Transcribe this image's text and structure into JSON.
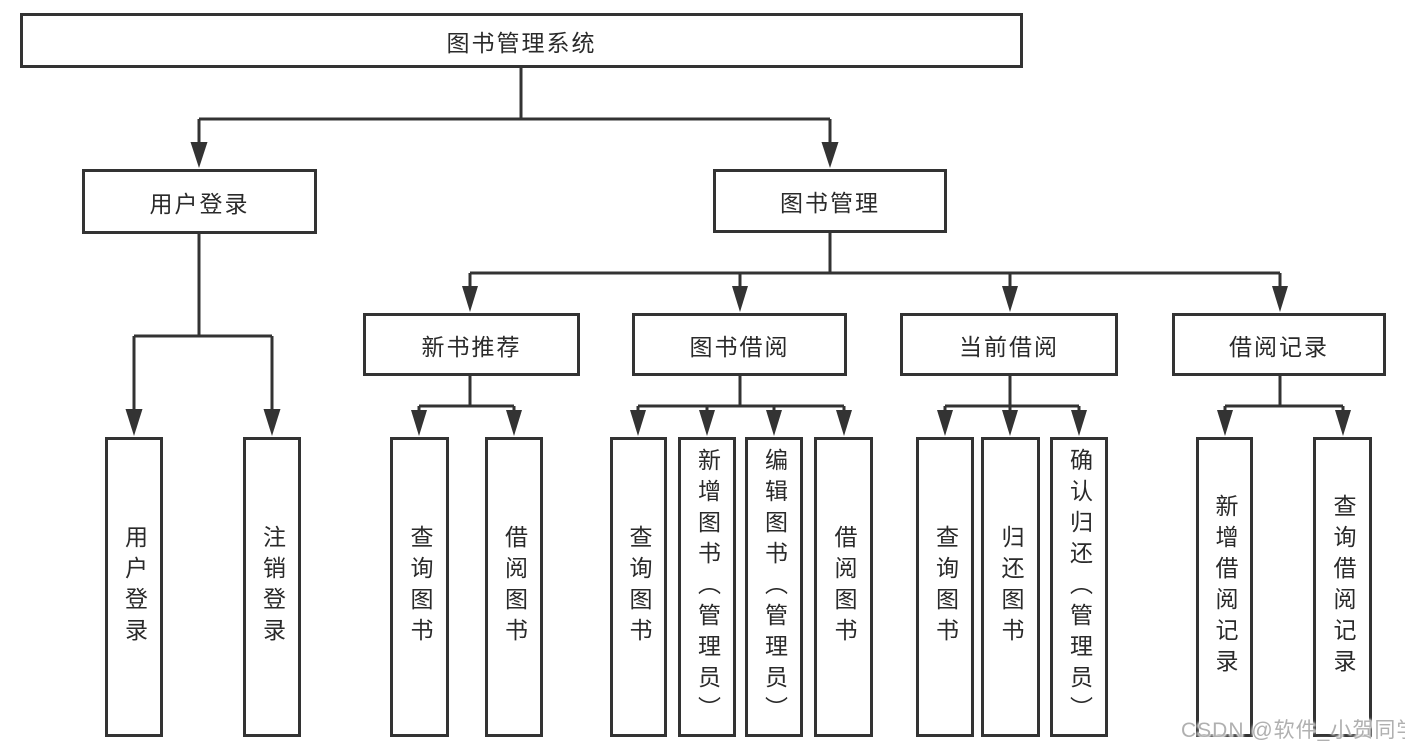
{
  "diagram": {
    "root": {
      "label": "图书管理系统",
      "children": [
        {
          "label": "用户登录",
          "children": [
            {
              "label": "用户登录"
            },
            {
              "label": "注销登录"
            }
          ]
        },
        {
          "label": "图书管理",
          "children": [
            {
              "label": "新书推荐",
              "children": [
                {
                  "label": "查询图书"
                },
                {
                  "label": "借阅图书"
                }
              ]
            },
            {
              "label": "图书借阅",
              "children": [
                {
                  "label": "查询图书"
                },
                {
                  "label": "新增图书（管理员）"
                },
                {
                  "label": "编辑图书（管理员）"
                },
                {
                  "label": "借阅图书"
                }
              ]
            },
            {
              "label": "当前借阅",
              "children": [
                {
                  "label": "查询图书"
                },
                {
                  "label": "归还图书"
                },
                {
                  "label": "确认归还（管理员）"
                }
              ]
            },
            {
              "label": "借阅记录",
              "children": [
                {
                  "label": "新增借阅记录"
                },
                {
                  "label": "查询借阅记录"
                }
              ]
            }
          ]
        }
      ]
    }
  },
  "watermark": {
    "text": "CSDN @软件_小贺同学"
  },
  "colors": {
    "line": "#333333",
    "text": "#2a2a2a",
    "background": "#ffffff",
    "watermark": "#b0b0b0"
  }
}
